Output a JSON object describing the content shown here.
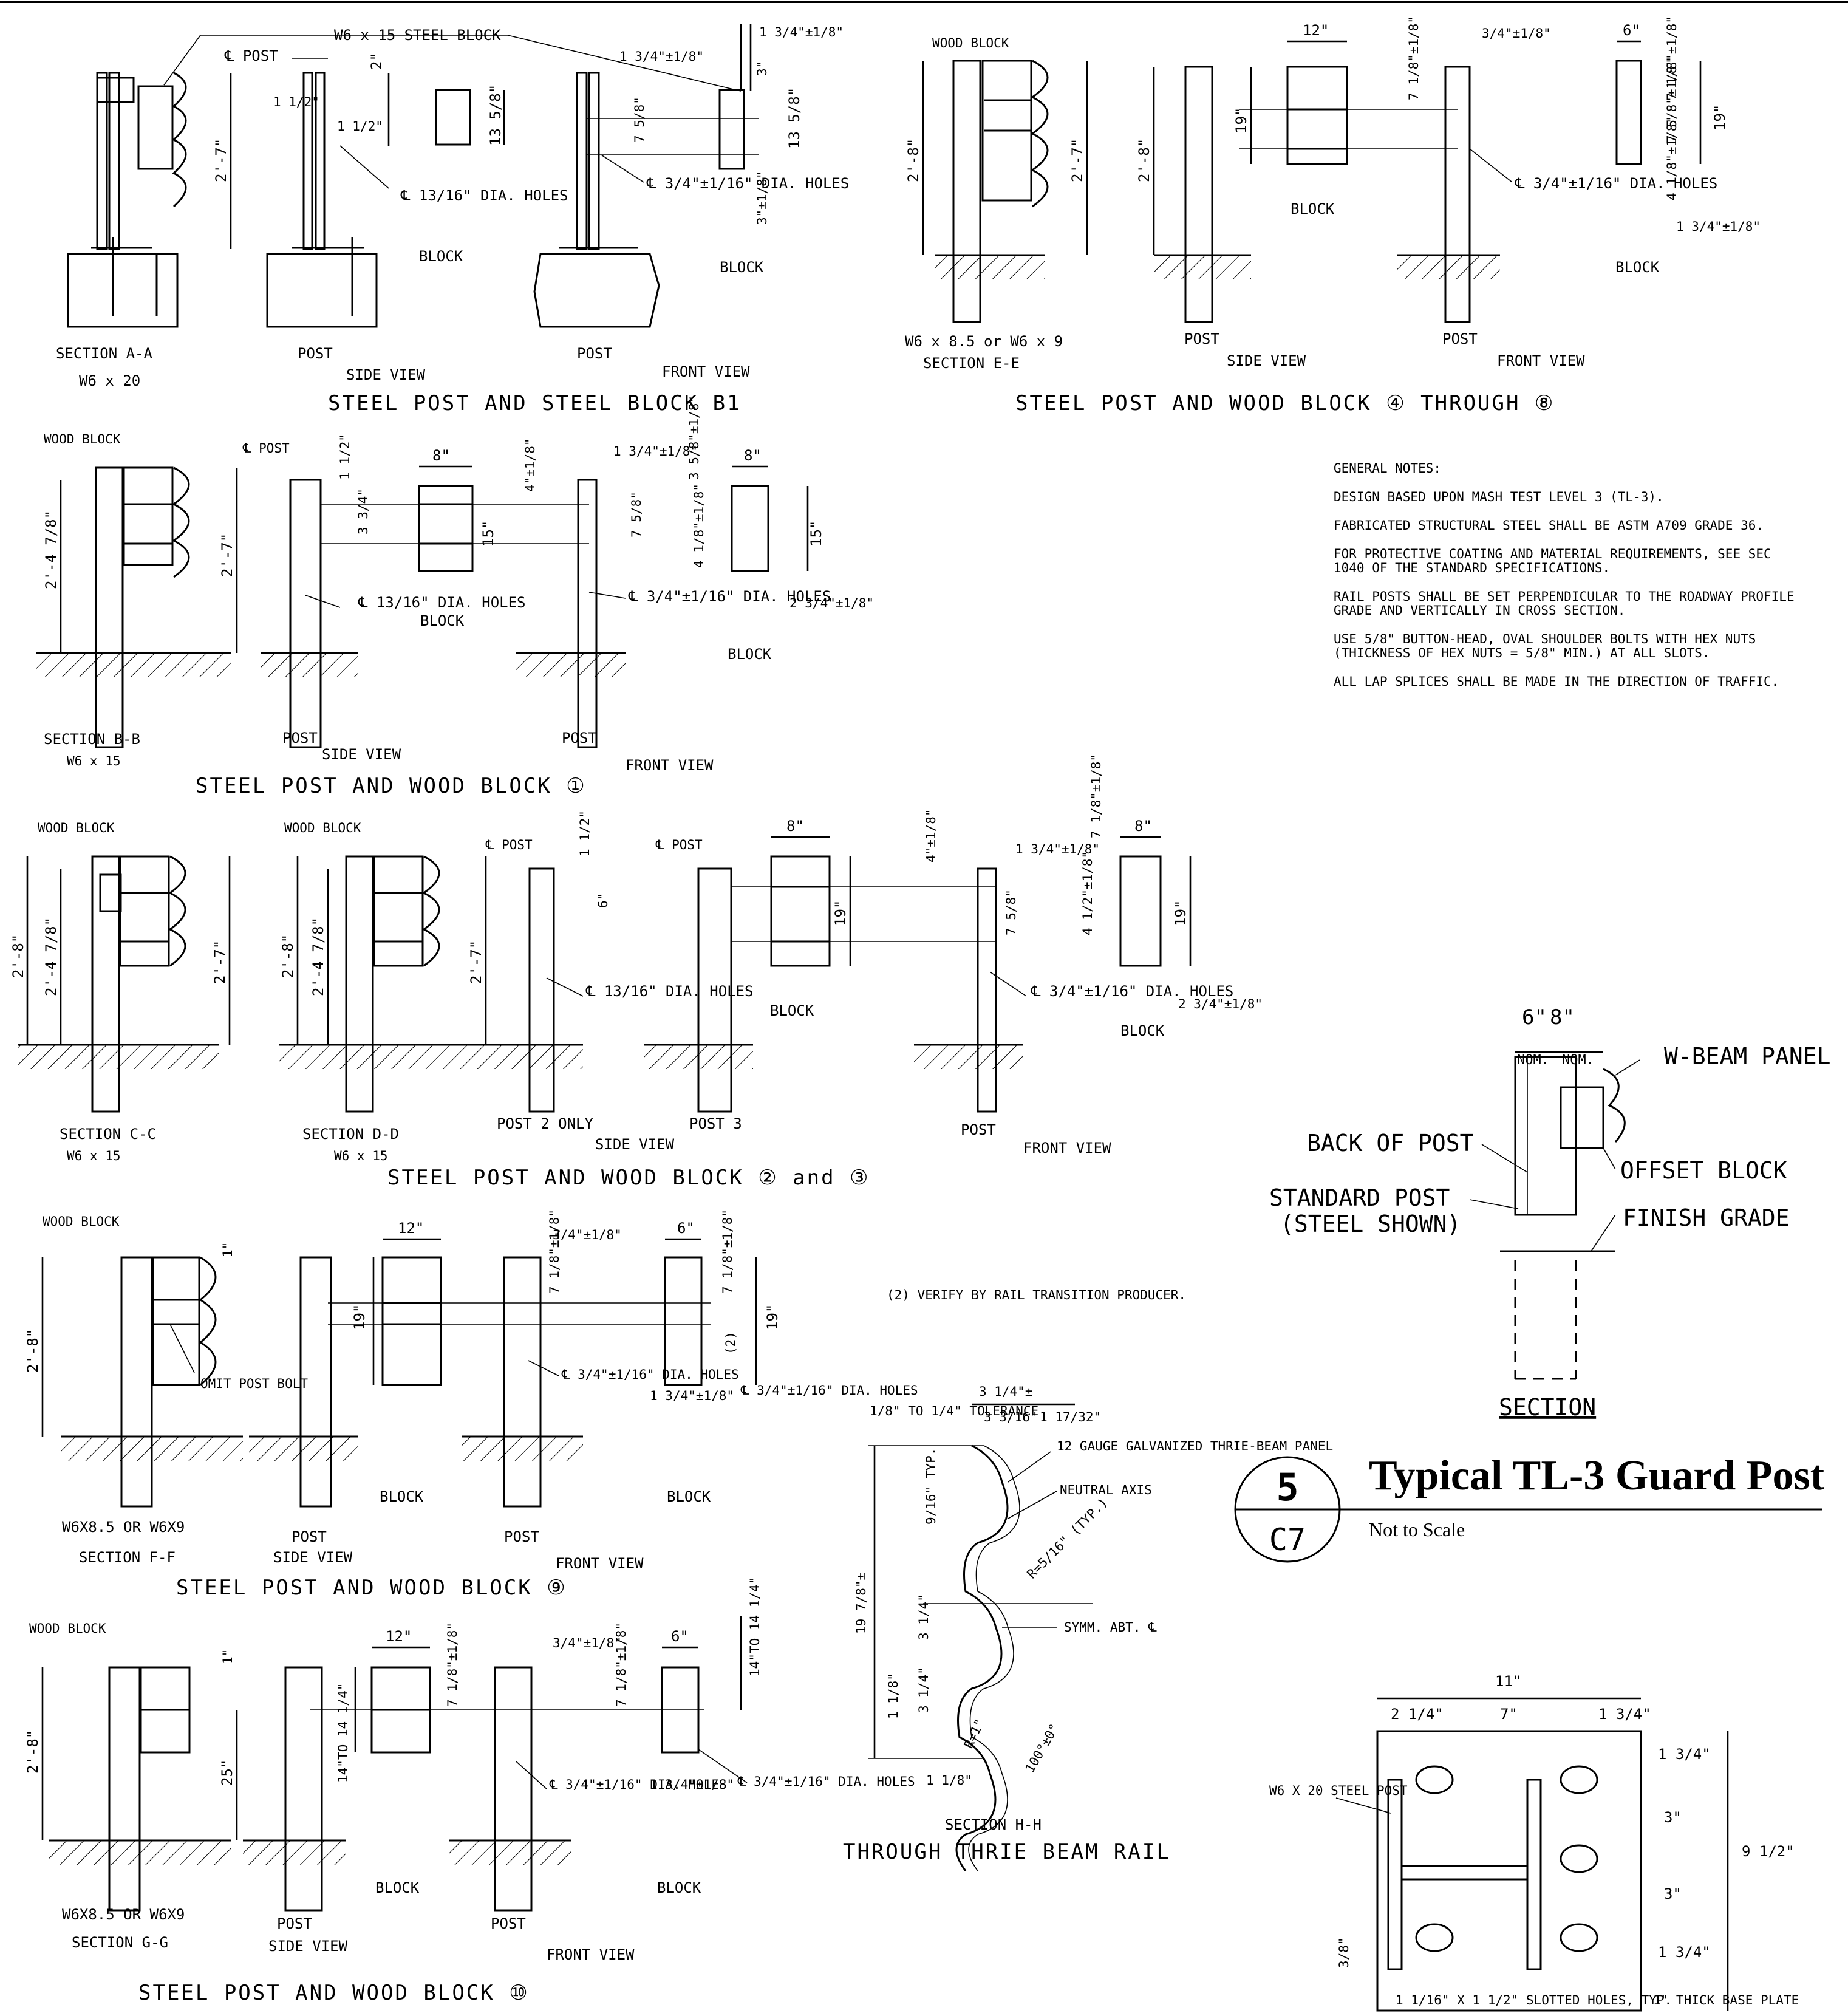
{
  "views": {
    "b1": {
      "title": "STEEL POST AND STEEL BLOCK B1",
      "block_callout": "W6 x 15 STEEL BLOCK",
      "section": "SECTION A-A",
      "post_size": "W6 x 20",
      "post_label": "POST",
      "side_view": "SIDE VIEW",
      "front_view": "FRONT VIEW",
      "block_label": "BLOCK",
      "cl_post": "℄ POST",
      "hole_13_16": "℄ 13/16\" DIA. HOLES",
      "hole_3_4": "℄ 3/4\"±1/16\" DIA. HOLES",
      "dims": [
        "2'-7\"",
        "2\"",
        "1 1/2\"",
        "1 1/2\"",
        "13 5/8\"",
        "1 3/4\"±1/8\"",
        "1 3/4\"±1/8\"",
        "3\"",
        "7 5/8\"",
        "13 5/8\"",
        "3\"±1/8\""
      ]
    },
    "wood48": {
      "title": "STEEL POST AND WOOD BLOCK ④ THROUGH ⑧",
      "wood_block": "WOOD BLOCK",
      "section": "SECTION E-E",
      "post_size": "W6 x 8.5 or W6 x 9",
      "post_label": "POST",
      "side_view": "SIDE VIEW",
      "front_view": "FRONT VIEW",
      "block_label": "BLOCK",
      "hole": "℄ 3/4\"±1/16\" DIA. HOLES",
      "dims": [
        "2'-8\"",
        "2'-7\"",
        "2'-8\"",
        "12\"",
        "19\"",
        "7 1/8\"±1/8\"",
        "3/4\"±1/8\"",
        "6\"",
        "7 1/8\"±1/8\"",
        "7 5/8\"±1/8\"",
        "19\"",
        "4 1/8\"±1/8\"",
        "1 3/4\"±1/8\""
      ]
    },
    "wood1": {
      "title": "STEEL POST AND WOOD BLOCK ①",
      "wood_block": "WOOD BLOCK",
      "section": "SECTION B-B",
      "post_size": "W6 x 15",
      "post_label": "POST",
      "side_view": "SIDE VIEW",
      "front_view": "FRONT VIEW",
      "block_label": "BLOCK",
      "cl_post": "℄ POST",
      "hole_13_16": "℄ 13/16\" DIA. HOLES",
      "hole_3_4": "℄ 3/4\"±1/16\" DIA. HOLES",
      "dims": [
        "2'-4 7/8\"",
        "2'-7\"",
        "1 1/2\"",
        "3 3/4\"",
        "8\"",
        "15\"",
        "4\"±1/8\"",
        "1 3/4\"±1/8\"",
        "3 5/8\"±1/8\"",
        "8\"",
        "7 5/8\"",
        "4 1/8\"±1/8\"",
        "15\"",
        "2 3/4\"±1/8\""
      ]
    },
    "wood23": {
      "title": "STEEL POST AND WOOD BLOCK ② and ③",
      "wood_block": "WOOD BLOCK",
      "section_c": "SECTION C-C",
      "section_d": "SECTION D-D",
      "post_size": "W6 x 15",
      "post2": "POST 2 ONLY",
      "post3": "POST 3",
      "post_label": "POST",
      "side_view": "SIDE VIEW",
      "front_view": "FRONT VIEW",
      "block_label": "BLOCK",
      "cl_post": "℄ POST",
      "hole_13_16": "℄ 13/16\" DIA. HOLES",
      "hole_3_4": "℄ 3/4\"±1/16\" DIA. HOLES",
      "dims": [
        "2'-8\"",
        "2'-4 7/8\"",
        "2'-7\"",
        "1 1/2\"",
        "6\"",
        "8\"",
        "19\"",
        "4\"±1/8\"",
        "1 3/4\"±1/8\"",
        "7 1/8\"±1/8\"",
        "8\"",
        "7 5/8\"",
        "4 1/2\"±1/8\"",
        "19\"",
        "2 3/4\"±1/8\""
      ]
    },
    "wood9": {
      "title": "STEEL POST AND WOOD BLOCK ⑨",
      "wood_block": "WOOD BLOCK",
      "section": "SECTION F-F",
      "post_size": "W6X8.5 OR W6X9",
      "omit": "OMIT POST BOLT",
      "post_label": "POST",
      "side_view": "SIDE VIEW",
      "front_view": "FRONT VIEW",
      "block_label": "BLOCK",
      "hole": "℄ 3/4\"±1/16\" DIA. HOLES",
      "dims": [
        "1\"",
        "2'-8\"",
        "12\"",
        "19\"",
        "3/4\"±1/8\"",
        "7 1/8\"±1/8\"",
        "6\"",
        "7 1/8\"±1/8\"",
        "(2)",
        "19\"",
        "1 3/4\"±1/8\""
      ]
    },
    "wood10": {
      "title": "STEEL POST AND WOOD BLOCK ⑩",
      "wood_block": "WOOD BLOCK",
      "section": "SECTION G-G",
      "post_size": "W6X8.5 OR W6X9",
      "post_label": "POST",
      "side_view": "SIDE VIEW",
      "front_view": "FRONT VIEW",
      "block_label": "BLOCK",
      "hole": "℄ 3/4\"±1/16\" DIA. HOLES",
      "dims": [
        "1\"",
        "2'-8\"",
        "25\"",
        "12\"",
        "14\"TO 14 1/4\"",
        "7 1/8\"±1/8\"",
        "3/4\"±1/8\"",
        "7 1/8\"±1/8\"",
        "6\"",
        "14\"TO 14 1/4\"",
        "1 3/4\"±1/8\""
      ]
    },
    "thrie": {
      "title": "THROUGH THRIE BEAM RAIL",
      "section": "SECTION H-H",
      "tolerance": "1/8\" TO 1/4\" TOLERANCE",
      "panel": "12 GAUGE GALVANIZED THRIE-BEAM PANEL",
      "neutral": "NEUTRAL AXIS",
      "symm": "SYMM. ABT. ℄",
      "radius": "R=5/16\" (TYP.)",
      "dims": [
        "3 1/4\"±",
        "3 3/16\"",
        "1 17/32\"",
        "9/16\" TYP.",
        "19 7/8\"±",
        "3 1/4\"",
        "3 1/4\"",
        "1 1/8\"",
        "1 1/8\"",
        "R=1\"",
        "100°±0°"
      ]
    }
  },
  "notes": {
    "heading": "GENERAL NOTES:",
    "items": [
      "DESIGN BASED UPON MASH TEST LEVEL 3 (TL-3).",
      "FABRICATED STRUCTURAL STEEL SHALL BE ASTM A709 GRADE 36.",
      "FOR PROTECTIVE COATING AND MATERIAL REQUIREMENTS, SEE SEC 1040 OF THE STANDARD SPECIFICATIONS.",
      "RAIL POSTS SHALL BE SET PERPENDICULAR TO THE ROADWAY PROFILE GRADE AND VERTICALLY IN CROSS SECTION.",
      "USE 5/8\" BUTTON-HEAD, OVAL SHOULDER BOLTS WITH HEX NUTS (THICKNESS OF HEX NUTS = 5/8\" MIN.) AT ALL SLOTS.",
      "ALL LAP SPLICES SHALL BE MADE IN THE DIRECTION OF TRAFFIC."
    ]
  },
  "verify_note": "(2) VERIFY BY RAIL TRANSITION PRODUCER.",
  "typical_section": {
    "dim1": "6\"",
    "dim2": "8\"",
    "nom": "NOM.",
    "w_beam": "W-BEAM PANEL",
    "back_of_post": "BACK OF POST",
    "offset_block": "OFFSET BLOCK",
    "standard_post_1": "STANDARD POST",
    "standard_post_2": "(STEEL SHOWN)",
    "finish_grade": "FINISH GRADE",
    "section": "SECTION"
  },
  "detail": {
    "number": "5",
    "sheet": "C7",
    "title": "Typical TL-3 Guard Post",
    "scale": "Not to Scale"
  },
  "base_plate": {
    "width": "11\"",
    "w1": "2 1/4\"",
    "w2": "7\"",
    "w3": "1 3/4\"",
    "h1": "1 3/4\"",
    "h2": "3\"",
    "h3": "3\"",
    "h4": "1 3/4\"",
    "total": "9 1/2\"",
    "post": "W6 X 20 STEEL POST",
    "weld": "3/8\"",
    "slots": "1 1/16\" X 1 1/2\" SLOTTED HOLES, TYP.",
    "plate": "1\" THICK BASE PLATE"
  }
}
